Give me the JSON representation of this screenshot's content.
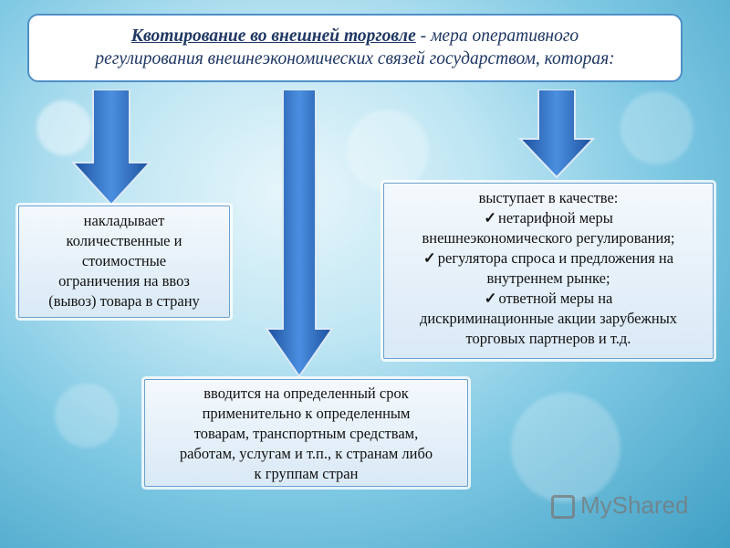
{
  "title": {
    "bold_part": "Квотирование во внешней торговле",
    "rest_line1": " - мера оперативного",
    "line2": "регулирования внешнеэкономических связей государством, которая:"
  },
  "left_box": {
    "lines": [
      "накладывает",
      "количественные и",
      "стоимостные",
      "ограничения на ввоз",
      "(вывоз) товара в страну"
    ]
  },
  "right_box": {
    "lines": [
      "выступает в качестве:",
      "нетарифной меры",
      "внешнеэкономического регулирования;",
      "регулятора спроса и предложения на",
      "внутреннем рынке;",
      "ответной меры на",
      "дискриминационные акции зарубежных",
      "торговых партнеров и т.д."
    ]
  },
  "mid_box": {
    "lines": [
      "вводится на определенный срок",
      "применительно к определенным",
      "товарам, транспортным средствам,",
      "работам, услугам и т.п., к странам либо",
      "к группам стран"
    ]
  },
  "logo": {
    "text": "MyShared"
  },
  "colors": {
    "arrow": "#2f6fc4",
    "title_text": "#1f3864",
    "border": "#4f8fc7"
  }
}
